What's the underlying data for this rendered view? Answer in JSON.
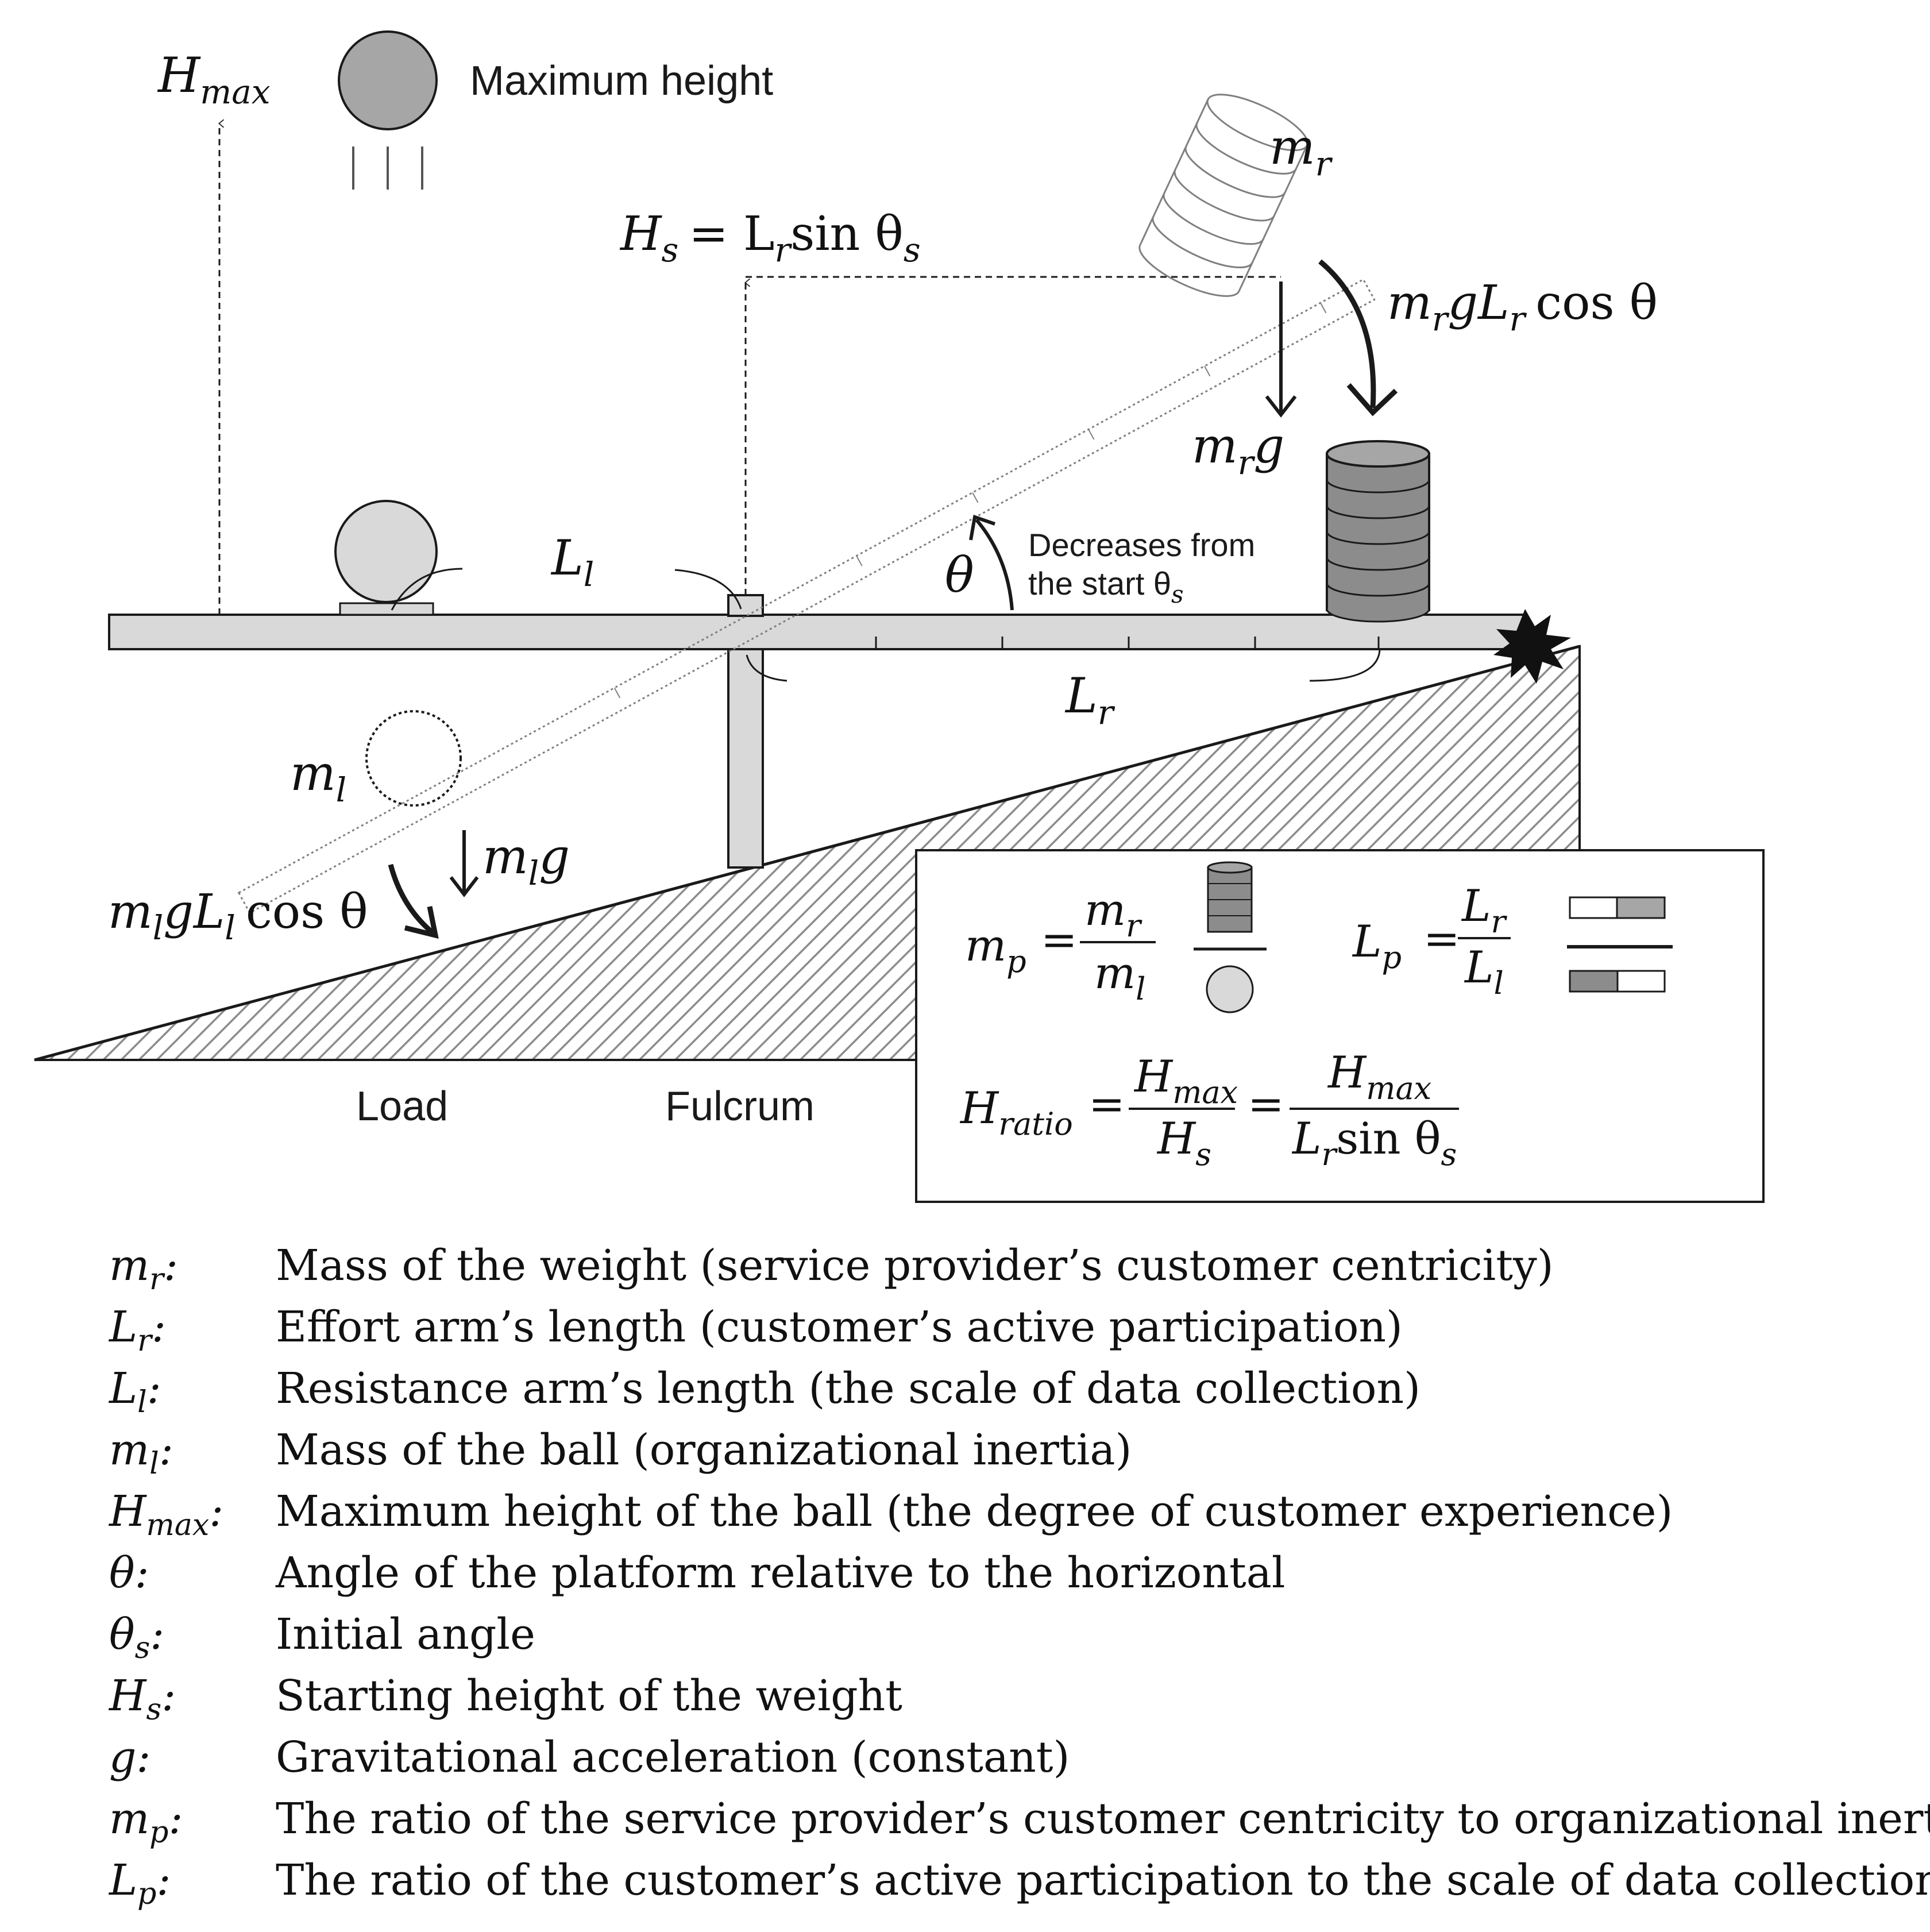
{
  "figure": {
    "labels": {
      "hmax": "H",
      "hmax_sub": "max",
      "maximum_height": "Maximum height",
      "hs_formula_lhs": "H",
      "hs_formula_lhs_sub": "s",
      "hs_formula_rhs": "= L",
      "hs_formula_rhs_sub": "r",
      "hs_formula_sin": "sin θ",
      "hs_formula_theta_sub": "s",
      "mr_top": "m",
      "mr_top_sub": "r",
      "mr_torque": "m",
      "mr_torque_sub": "r",
      "mr_torque_mid": "gL",
      "mr_torque_mid_sub": "r",
      "mr_torque_end": "cos θ",
      "mrg": "m",
      "mrg_sub": "r",
      "mrg_g": "g",
      "theta": "θ",
      "decreases_line1": "Decreases from",
      "decreases_line2": "the start θ",
      "decreases_line2_sub": "s",
      "ll": "L",
      "ll_sub": "l",
      "lr": "L",
      "lr_sub": "r",
      "ml": "m",
      "ml_sub": "l",
      "mlg": "m",
      "mlg_sub": "l",
      "mlg_g": "g",
      "ml_torque": "m",
      "ml_torque_sub": "l",
      "ml_torque_mid": "gL",
      "ml_torque_mid_sub": "l",
      "ml_torque_end": "cos θ",
      "load": "Load",
      "fulcrum": "Fulcrum"
    },
    "formulas": {
      "mp_lhs": "m",
      "mp_lhs_sub": "p",
      "mp_num": "m",
      "mp_num_sub": "r",
      "mp_den": "m",
      "mp_den_sub": "l",
      "lp_lhs": "L",
      "lp_lhs_sub": "p",
      "lp_num": "L",
      "lp_num_sub": "r",
      "lp_den": "L",
      "lp_den_sub": "l",
      "hratio_lhs": "H",
      "hratio_lhs_sub": "ratio",
      "hratio_num1": "H",
      "hratio_num1_sub": "max",
      "hratio_den1": "H",
      "hratio_den1_sub": "s",
      "hratio_num2": "H",
      "hratio_num2_sub": "max",
      "hratio_den2": "L",
      "hratio_den2_sub": "r",
      "hratio_den2_sin": "sin θ",
      "hratio_den2_theta_sub": "s",
      "equals": "="
    }
  },
  "legend": [
    {
      "symbol": "m",
      "sub": "r",
      "description": "Mass of the weight (service provider’s customer centricity)"
    },
    {
      "symbol": "L",
      "sub": "r",
      "description": "Effort arm’s length (customer’s active participation)"
    },
    {
      "symbol": "L",
      "sub": "l",
      "description": "Resistance arm’s length (the scale of data collection)"
    },
    {
      "symbol": "m",
      "sub": "l",
      "description": "Mass of the ball (organizational inertia)"
    },
    {
      "symbol": "H",
      "sub": "max",
      "description": "Maximum height of the ball (the degree of customer experience)"
    },
    {
      "symbol": "θ",
      "sub": "",
      "description": "Angle of the platform relative to the horizontal"
    },
    {
      "symbol": "θ",
      "sub": "s",
      "description": "Initial angle"
    },
    {
      "symbol": "H",
      "sub": "s",
      "description": "Starting height of the weight"
    },
    {
      "symbol": "g",
      "sub": "",
      "description": "Gravitational acceleration (constant)"
    },
    {
      "symbol": "m",
      "sub": "p",
      "description": "The ratio of the service provider’s customer centricity to organizational inertia"
    },
    {
      "symbol": "L",
      "sub": "p",
      "description": "The ratio of the customer’s active participation to the scale of data collection"
    }
  ],
  "legend_colon": ":",
  "colors": {
    "beam_fill": "#d9d9d9",
    "ball_fill": "#a6a6a6",
    "stroke": "#1a1a1a",
    "hatch": "#8c8c8c"
  }
}
